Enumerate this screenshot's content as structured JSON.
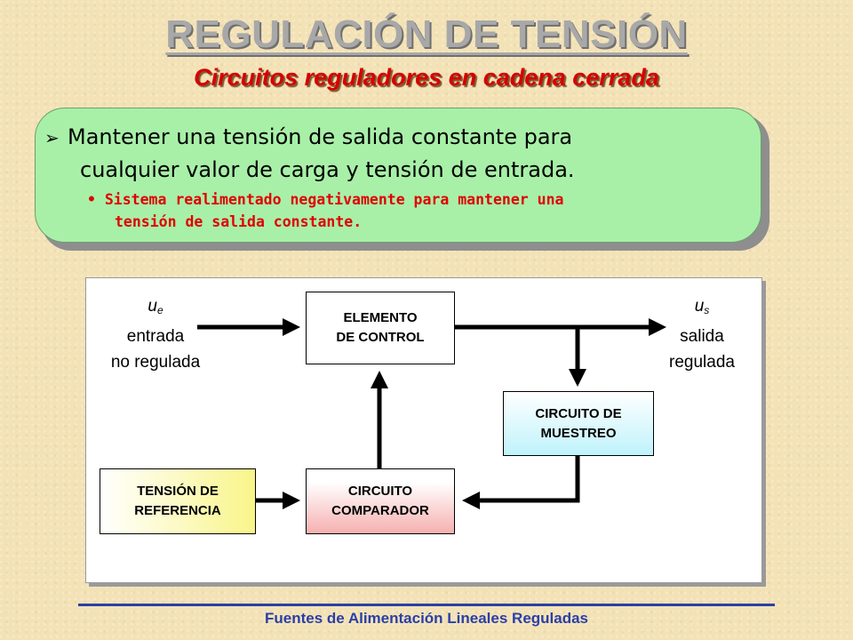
{
  "title": "REGULACIÓN DE TENSIÓN",
  "subtitle": "Circuitos reguladores en cadena cerrada",
  "bullet": {
    "marker": "➢",
    "line1": "Mantener una tensión de salida constante para",
    "line2": "cualquier valor de carga y tensión de entrada.",
    "sub_marker": "•",
    "sub_line1": "Sistema realimentado negativamente para mantener una",
    "sub_line2": "tensión de salida constante."
  },
  "diagram": {
    "blocks": {
      "control": "ELEMENTO\nDE CONTROL",
      "muestreo": "CIRCUITO DE\nMUESTREO",
      "referencia": "TENSIÓN DE\nREFERENCIA",
      "comparador": "CIRCUITO\nCOMPARADOR"
    },
    "input": {
      "var": "u",
      "sub": "e",
      "line1": "entrada",
      "line2": "no regulada"
    },
    "output": {
      "var": "u",
      "sub": "s",
      "line1": "salida",
      "line2": "regulada"
    },
    "colors": {
      "muestreo": "#bff3fb",
      "referencia": "#f9f58a",
      "comparador": "#f6b0b0"
    }
  },
  "footer": "Fuentes de Alimentación Lineales Reguladas"
}
